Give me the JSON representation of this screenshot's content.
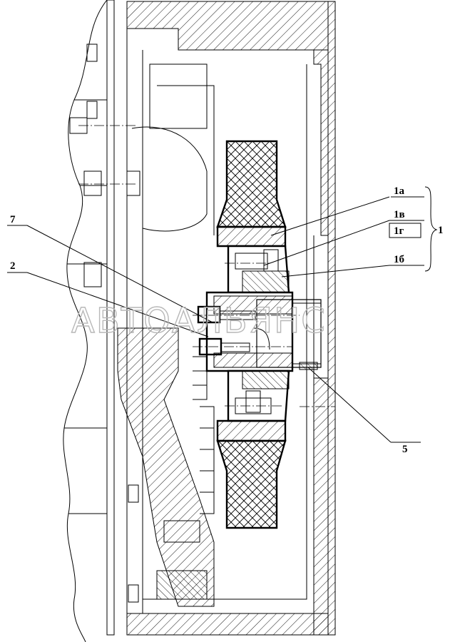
{
  "callouts": {
    "c1a": "1а",
    "c1v": "1в",
    "c1g": "1г",
    "c1b": "1б",
    "c1": "1",
    "c7": "7",
    "c2": "2",
    "c5": "5"
  },
  "watermark": "АВТОАЛЬЯНС"
}
